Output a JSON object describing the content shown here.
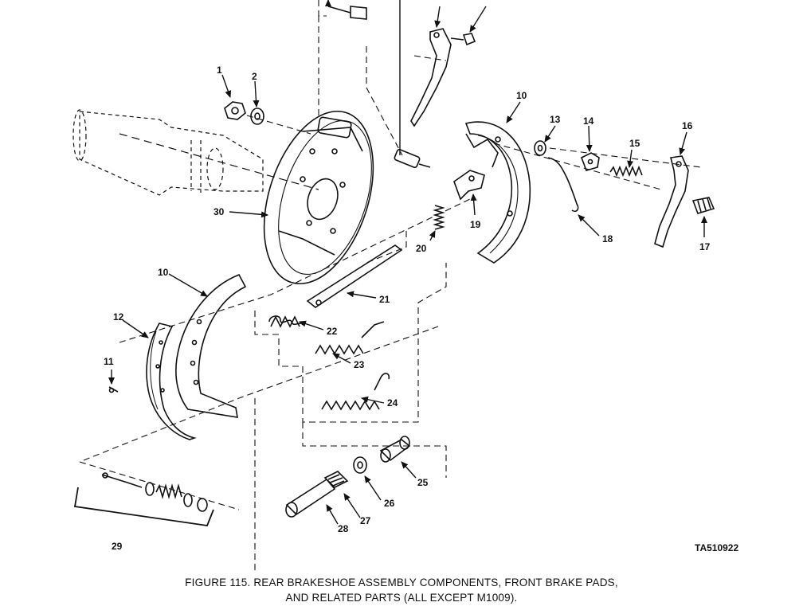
{
  "callouts": {
    "c1": "1",
    "c2": "2",
    "c10a": "10",
    "c10b": "10",
    "c11": "11",
    "c12": "12",
    "c13": "13",
    "c14": "14",
    "c15": "15",
    "c16": "16",
    "c17": "17",
    "c18": "18",
    "c19": "19",
    "c20": "20",
    "c21": "21",
    "c22": "22",
    "c23": "23",
    "c24": "24",
    "c25": "25",
    "c26": "26",
    "c27": "27",
    "c28": "28",
    "c29": "29",
    "c30": "30"
  },
  "drawing_code": "TA510922",
  "caption": {
    "line1": "FIGURE 115. REAR BRAKESHOE ASSEMBLY COMPONENTS, FRONT BRAKE PADS,",
    "line2": "AND RELATED PARTS (ALL EXCEPT M1009)."
  },
  "colors": {
    "ink": "#111111",
    "paper": "#ffffff"
  }
}
